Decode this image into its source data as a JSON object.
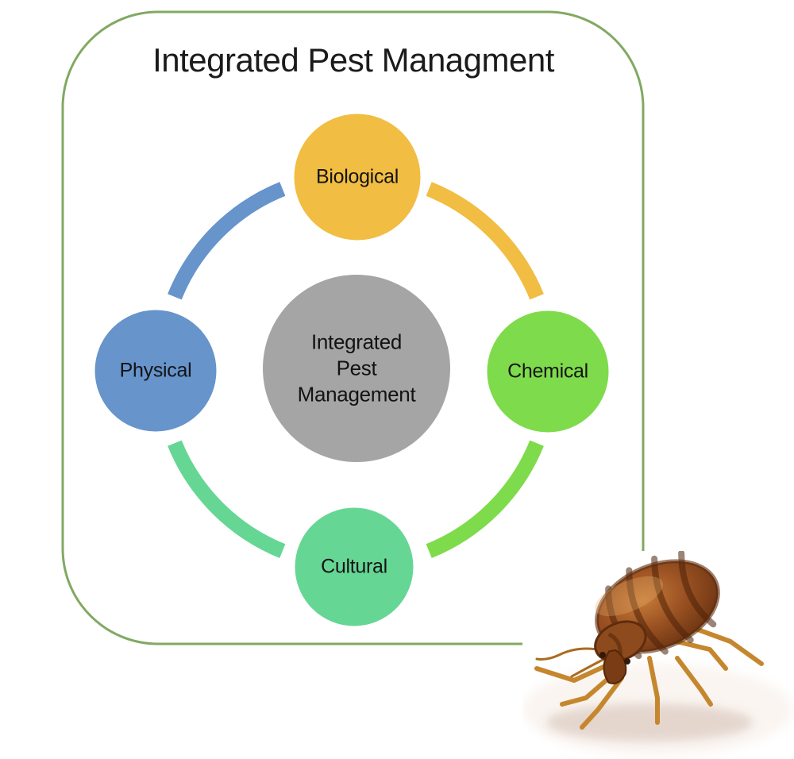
{
  "title": "Integrated Pest Managment",
  "border_color": "#82a963",
  "center_node": {
    "lines": [
      "Integrated",
      "Pest",
      "Management"
    ],
    "color": "#a5a5a5"
  },
  "nodes": [
    {
      "id": "biological",
      "label": "Biological",
      "color": "#f1bd43",
      "position": "top"
    },
    {
      "id": "chemical",
      "label": "Chemical",
      "color": "#7edb4b",
      "position": "right"
    },
    {
      "id": "cultural",
      "label": "Cultural",
      "color": "#66d695",
      "position": "bottom"
    },
    {
      "id": "physical",
      "label": "Physical",
      "color": "#6694cb",
      "position": "left"
    }
  ],
  "connectors": [
    {
      "from": "biological",
      "to": "chemical",
      "color": "#f1bd43"
    },
    {
      "from": "chemical",
      "to": "cultural",
      "color": "#7edb4b"
    },
    {
      "from": "cultural",
      "to": "physical",
      "color": "#66d695"
    },
    {
      "from": "physical",
      "to": "biological",
      "color": "#6694cb"
    }
  ],
  "illustration": {
    "name": "bedbug-photo"
  }
}
